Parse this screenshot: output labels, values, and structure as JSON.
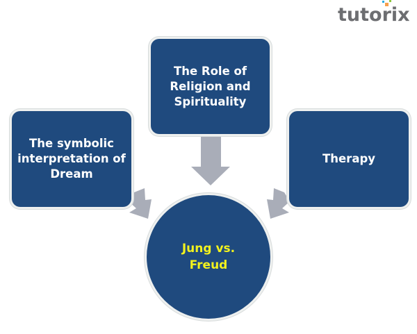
{
  "brand": {
    "logo_text": "tutorix",
    "text_color": "#6d6e71",
    "dot_colors": [
      "#f6a04d",
      "#8cc63f",
      "#29abe2"
    ]
  },
  "diagram": {
    "colors": {
      "node_fill": "#1f4a7e",
      "node_text": "#ffffff",
      "center_text": "#f2f21e",
      "arrow": "#a9adb8"
    },
    "nodes": [
      {
        "id": "left",
        "label_lines": [
          "The symbolic",
          "interpretation of",
          "Dream"
        ]
      },
      {
        "id": "top",
        "label_lines": [
          "The Role of",
          "Religion and",
          "Spirituality"
        ]
      },
      {
        "id": "right",
        "label_lines": [
          "Therapy"
        ]
      }
    ],
    "center": {
      "label_lines": [
        "Jung vs.",
        "Freud"
      ]
    },
    "edges": [
      {
        "from": "left",
        "to": "center"
      },
      {
        "from": "top",
        "to": "center"
      },
      {
        "from": "right",
        "to": "center"
      }
    ]
  }
}
